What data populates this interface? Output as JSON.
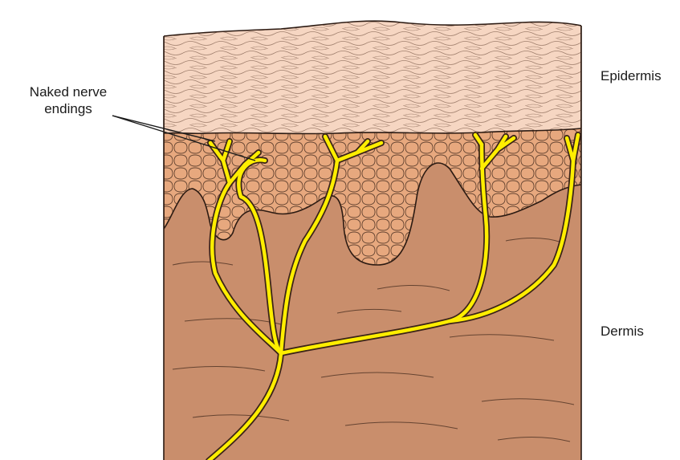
{
  "labels": {
    "nerve_line1": "Naked nerve",
    "nerve_line2": "endings",
    "epidermis": "Epidermis",
    "dermis": "Dermis"
  },
  "colors": {
    "stratum_corneum": "#f6d6c2",
    "living_epidermis": "#e7a87e",
    "dermis": "#c98e6c",
    "nerve": "#ffee00",
    "outline": "#2b1a12"
  }
}
